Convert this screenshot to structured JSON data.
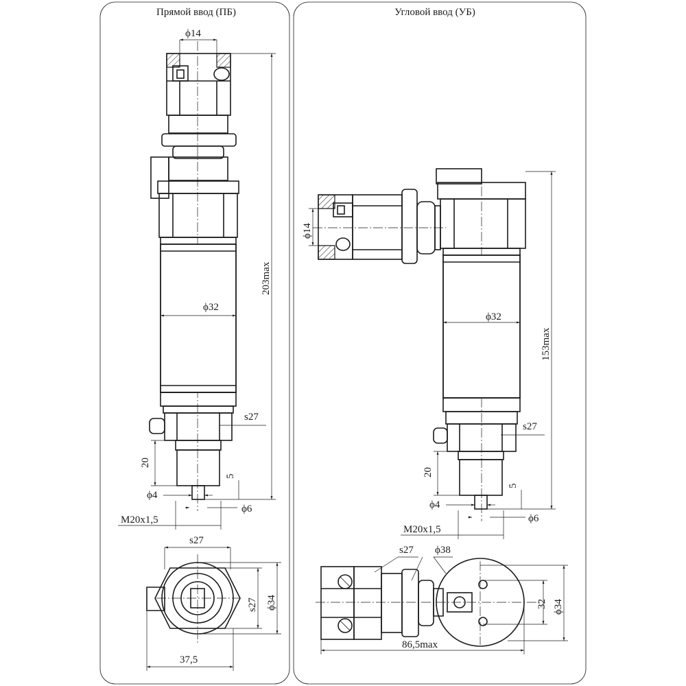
{
  "panels": {
    "left_title": "Прямой ввод (ПБ)",
    "right_title": "Угловой ввод (УБ)"
  },
  "left": {
    "d_top": "ϕ14",
    "d_body": "ϕ32",
    "height": "203max",
    "hex": "s27",
    "l20": "20",
    "l5": "5",
    "d4": "ϕ4",
    "d6": "ϕ6",
    "thread": "M20x1,5",
    "bottom_s27_top": "s27",
    "bottom_s27_side": "s27",
    "bottom_d34": "ϕ34",
    "bottom_width": "37,5"
  },
  "right": {
    "d_side": "ϕ14",
    "d_body": "ϕ32",
    "height": "153max",
    "hex": "s27",
    "l20": "20",
    "l5": "5",
    "d4": "ϕ4",
    "d6": "ϕ6",
    "thread": "M20x1,5",
    "bottom_s27": "s27",
    "bottom_d38": "ϕ38",
    "bottom_32": "32",
    "bottom_d34": "ϕ34",
    "bottom_width": "86,5max"
  }
}
